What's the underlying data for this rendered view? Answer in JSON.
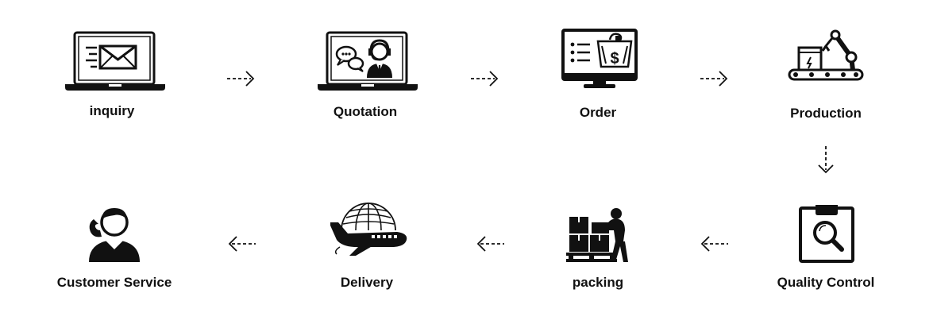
{
  "steps": [
    {
      "label": "inquiry",
      "icon": "laptop-envelope-icon"
    },
    {
      "label": "Quotation",
      "icon": "laptop-support-icon"
    },
    {
      "label": "Order",
      "icon": "monitor-order-icon"
    },
    {
      "label": "Production",
      "icon": "factory-robot-icon"
    },
    {
      "label": "Quality Control",
      "icon": "clipboard-magnifier-icon"
    },
    {
      "label": "packing",
      "icon": "worker-boxes-icon"
    },
    {
      "label": "Delivery",
      "icon": "plane-globe-icon"
    },
    {
      "label": "Customer Service",
      "icon": "person-phone-icon"
    }
  ],
  "colors": {
    "ink": "#111111",
    "background": "#ffffff"
  }
}
